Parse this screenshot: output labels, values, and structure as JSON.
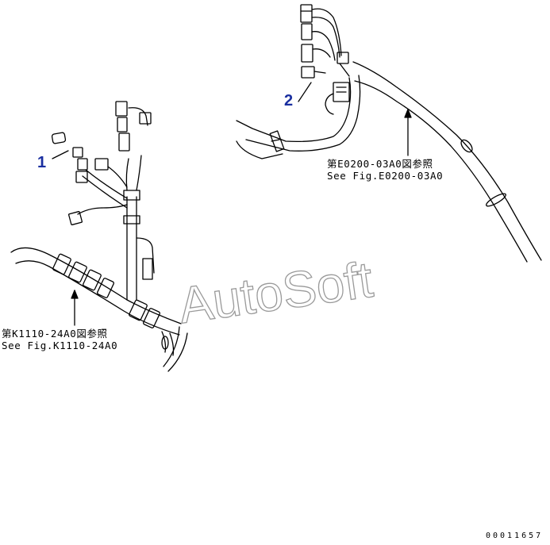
{
  "callouts": {
    "part1": "1",
    "part2": "2"
  },
  "references": {
    "upper": {
      "jp": "第E0200-03A0図参照",
      "en": "See Fig.E0200-03A0"
    },
    "lower": {
      "jp": "第K1110-24A0図参照",
      "en": "See Fig.K1110-24A0"
    }
  },
  "watermark": "AutoSoft",
  "document_number": "00011657",
  "colors": {
    "line": "#000000",
    "callout": "#1a2fa0",
    "watermark": "#9a9a9a"
  }
}
